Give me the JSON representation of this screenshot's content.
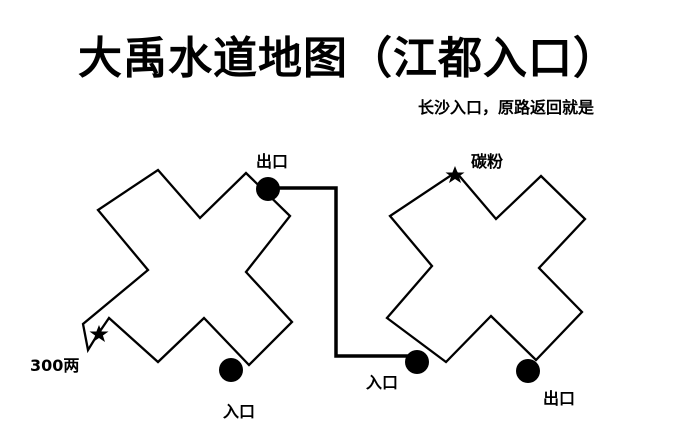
{
  "title": "大禹水道地图（江都入口）",
  "subtitle": "长沙入口，原路返回就是",
  "labels": {
    "exit_left": "出口",
    "entrance_left": "入口",
    "money": "300两",
    "carbon_powder": "碳粉",
    "entrance_right": "入口",
    "exit_right": "出口"
  },
  "colors": {
    "line": "#000000",
    "background": "#ffffff"
  },
  "icons": [
    "star-icon",
    "circle-marker-icon"
  ]
}
